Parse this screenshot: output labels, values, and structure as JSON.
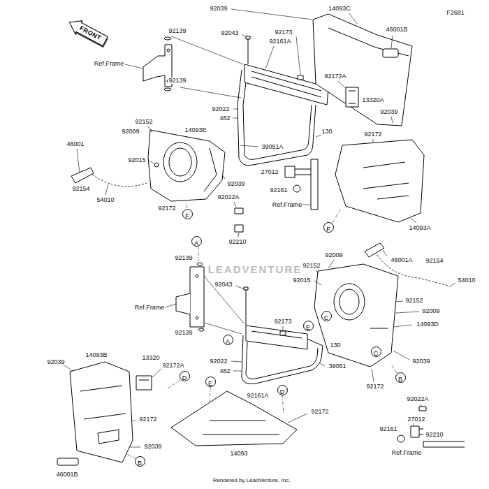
{
  "diagram": {
    "nodes": [
      {
        "text": [
          "FRONT"
        ]
      },
      {
        "text": [
          "F"
        ]
      },
      {
        "text": [
          "F"
        ]
      },
      {
        "text": [
          "A"
        ]
      },
      {
        "text": [
          "C"
        ]
      },
      {
        "text": [
          "E"
        ]
      },
      {
        "text": [
          "A"
        ]
      },
      {
        "text": [
          "C"
        ]
      },
      {
        "text": [
          "D"
        ]
      },
      {
        "text": [
          "B"
        ]
      },
      {
        "text": [
          "E"
        ]
      },
      {
        "text": [
          "D"
        ]
      },
      {
        "text": [
          "B"
        ]
      }
    ],
    "labels": [
      "F2691",
      "92039",
      "14093C",
      "46001B",
      "92139",
      "92043",
      "92173",
      "92161A",
      "Ref.Frame",
      "92139",
      "92172A",
      "13320A",
      "92022",
      "92039",
      "482",
      "92152",
      "14093E",
      "92009",
      "130",
      "92172",
      "46001",
      "39051A",
      "92015",
      "27012",
      "92039",
      "92154",
      "92161",
      "92022A",
      "54010",
      "Ref.Frame",
      "92172",
      "14093A",
      "92210",
      "92009",
      "92139",
      "46001A",
      "92154",
      "92152",
      "LEADVENTURE",
      "92015",
      "54010",
      "92043",
      "92152",
      "Ref.Frame",
      "92009",
      "92173",
      "14093D",
      "92139",
      "130",
      "14093B",
      "13320",
      "92022",
      "92039",
      "92039",
      "92172A",
      "39051",
      "482",
      "92172",
      "92161A",
      "92022A",
      "92172",
      "27012",
      "92172",
      "92161",
      "92210",
      "92039",
      "Ref.Frame",
      "14093",
      "46001B",
      "Rendered by LeadVenture, Inc."
    ]
  }
}
